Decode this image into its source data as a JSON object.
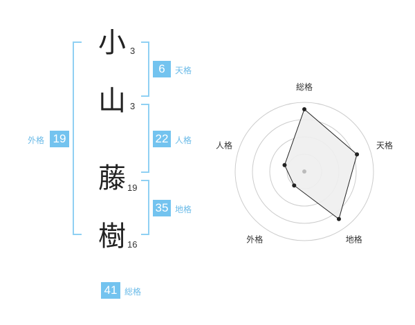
{
  "characters": [
    {
      "kanji": "小",
      "strokes": "3"
    },
    {
      "kanji": "山",
      "strokes": "3"
    },
    {
      "kanji": "藤",
      "strokes": "19"
    },
    {
      "kanji": "樹",
      "strokes": "16"
    }
  ],
  "kakusu": {
    "tenkaku": {
      "value": "6",
      "label": "天格"
    },
    "jinkaku": {
      "value": "22",
      "label": "人格"
    },
    "chikaku": {
      "value": "35",
      "label": "地格"
    },
    "gaikaku": {
      "value": "19",
      "label": "外格"
    },
    "soukaku": {
      "value": "41",
      "label": "総格"
    }
  },
  "chart_data": {
    "type": "radar",
    "axes": [
      "総格",
      "天格",
      "地格",
      "外格",
      "人格"
    ],
    "values": [
      0.9,
      0.8,
      0.85,
      0.25,
      0.3
    ],
    "rings": 4,
    "colors": {
      "fill": "#eeeeee",
      "line": "#222222",
      "ring": "#cccccc",
      "center": "#bbbbbb"
    }
  }
}
